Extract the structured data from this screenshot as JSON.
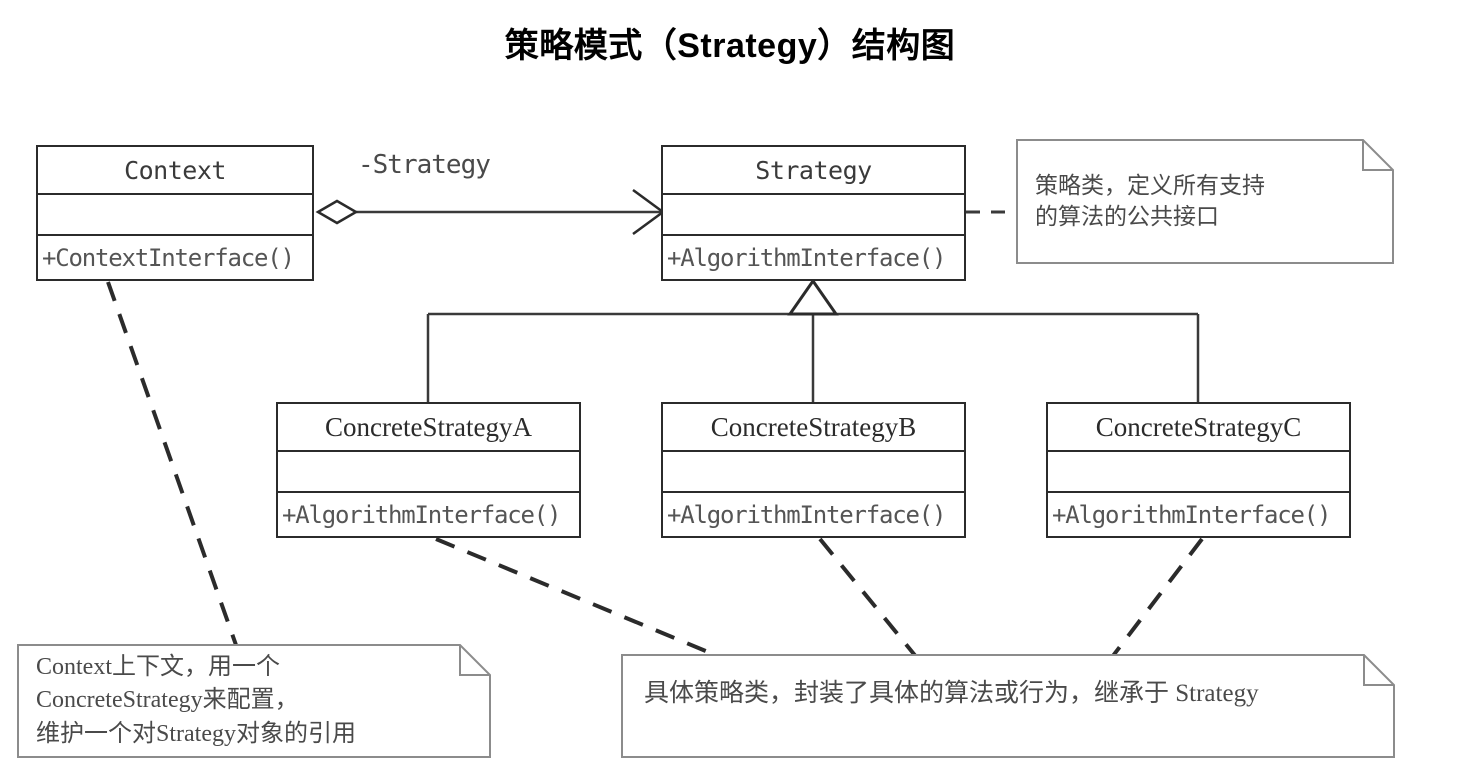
{
  "title": "策略模式（Strategy）结构图",
  "colors": {
    "class_border": "#2b2b2b",
    "note_border": "#8c8c8c",
    "connector": "#3a3a3a",
    "dashed_connector": "#2b2b2b",
    "text": "#4a4a4a",
    "background": "#ffffff"
  },
  "classes": [
    {
      "id": "context",
      "name": "Context",
      "attributes": "",
      "operations": "+ContextInterface()"
    },
    {
      "id": "strategy",
      "name": "Strategy",
      "attributes": "",
      "operations": "+AlgorithmInterface()"
    },
    {
      "id": "concrete-a",
      "name": "ConcreteStrategyA",
      "attributes": "",
      "operations": "+AlgorithmInterface()"
    },
    {
      "id": "concrete-b",
      "name": "ConcreteStrategyB",
      "attributes": "",
      "operations": "+AlgorithmInterface()"
    },
    {
      "id": "concrete-c",
      "name": "ConcreteStrategyC",
      "attributes": "",
      "operations": "+AlgorithmInterface()"
    }
  ],
  "relationships": {
    "aggregation_label": "-Strategy",
    "aggregation_from": "Context",
    "aggregation_to": "Strategy",
    "generalization_from": [
      "ConcreteStrategyA",
      "ConcreteStrategyB",
      "ConcreteStrategyC"
    ],
    "generalization_to": "Strategy"
  },
  "notes": [
    {
      "id": "note-strategy",
      "text": "策略类，定义所有支持\n的算法的公共接口",
      "anchor": "Strategy"
    },
    {
      "id": "note-context",
      "text": "Context上下文，用一个\nConcreteStrategy来配置，\n维护一个对Strategy对象的引用",
      "anchor": "Context"
    },
    {
      "id": "note-concrete",
      "text": "具体策略类，封装了具体的算法或行为，继承于 Strategy",
      "anchor": "ConcreteStrategyA,ConcreteStrategyB,ConcreteStrategyC"
    }
  ]
}
